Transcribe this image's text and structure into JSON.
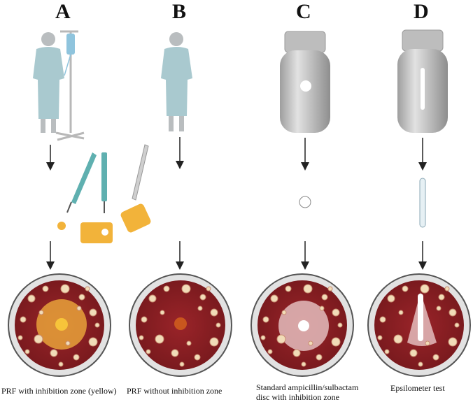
{
  "panels": [
    {
      "letter": "A",
      "caption": "PRF with inhibition zone (yellow)"
    },
    {
      "letter": "B",
      "caption": "PRF without inhibition zone"
    },
    {
      "letter": "C",
      "caption_line1": "Standard ampicillin/sulbactam",
      "caption_line2": "disc with inhibition zone"
    },
    {
      "letter": "D",
      "caption": "Epsilometer test"
    }
  ],
  "colors": {
    "agar": "#8c1f24",
    "dish_rim": "#d8d8d8",
    "prf_yellow": "#f2b33a",
    "gown": "#a9c9cf",
    "bottle": "#c9c9c9",
    "instrument": "#5fb0b0"
  },
  "icons": [
    "patient-with-iv-icon",
    "patient-icon",
    "antibiotic-bottle-icon",
    "forceps-icon",
    "petri-dish-icon"
  ]
}
